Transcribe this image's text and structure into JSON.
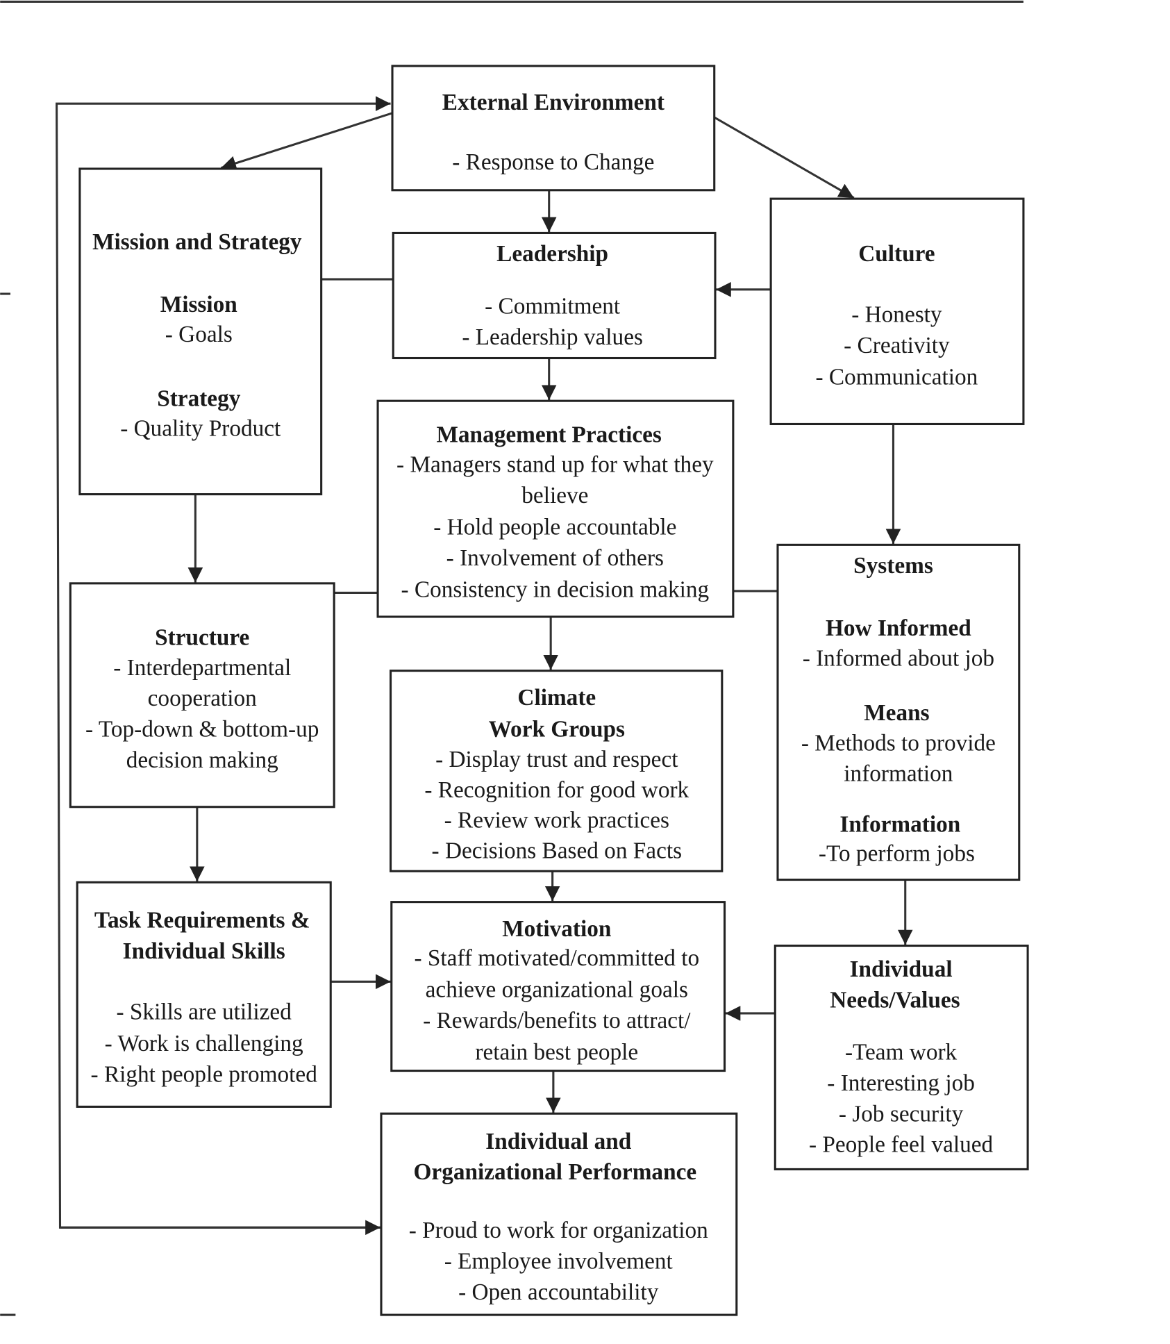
{
  "external": {
    "title": "External Environment",
    "lines": [
      "- Response to Change"
    ]
  },
  "mission_strategy": {
    "title": "Mission and Strategy",
    "mission_heading": "Mission",
    "mission_lines": [
      "- Goals"
    ],
    "strategy_heading": "Strategy",
    "strategy_lines": [
      "- Quality Product"
    ]
  },
  "leadership": {
    "title": "Leadership",
    "lines": [
      "- Commitment",
      "- Leadership values"
    ]
  },
  "culture": {
    "title": "Culture",
    "lines": [
      "- Honesty",
      "- Creativity",
      "- Communication"
    ]
  },
  "management": {
    "title": "Management Practices",
    "lines": [
      "- Managers stand up for what they",
      "believe",
      "- Hold people accountable",
      "- Involvement of others",
      "- Consistency in decision making"
    ]
  },
  "systems": {
    "title": "Systems",
    "how_heading": "How Informed",
    "how_lines": [
      "- Informed about job"
    ],
    "means_heading": "Means",
    "means_lines": [
      "- Methods to provide",
      "information"
    ],
    "info_heading": "Information",
    "info_lines": [
      "-To perform jobs"
    ]
  },
  "structure": {
    "title": "Structure",
    "lines": [
      "- Interdepartmental",
      "cooperation",
      "- Top-down & bottom-up",
      "decision making"
    ]
  },
  "climate": {
    "title": "Climate",
    "subtitle": "Work Groups",
    "lines": [
      "- Display trust and respect",
      "- Recognition for good work",
      "- Review work practices",
      "- Decisions Based on Facts"
    ]
  },
  "task": {
    "title": "Task Requirements &",
    "subtitle": "Individual Skills",
    "lines": [
      "- Skills are utilized",
      "- Work is challenging",
      "- Right people promoted"
    ]
  },
  "motivation": {
    "title": "Motivation",
    "lines": [
      "- Staff motivated/committed to",
      "achieve organizational goals",
      "- Rewards/benefits to attract/",
      "retain best people"
    ]
  },
  "needs": {
    "title": "Individual",
    "subtitle": "Needs/Values",
    "lines": [
      "-Team work",
      "- Interesting job",
      "- Job security",
      "- People feel valued"
    ]
  },
  "performance": {
    "title": "Individual and",
    "subtitle": "Organizational Performance",
    "lines": [
      "- Proud to work for organization",
      "- Employee involvement",
      "- Open accountability"
    ]
  }
}
